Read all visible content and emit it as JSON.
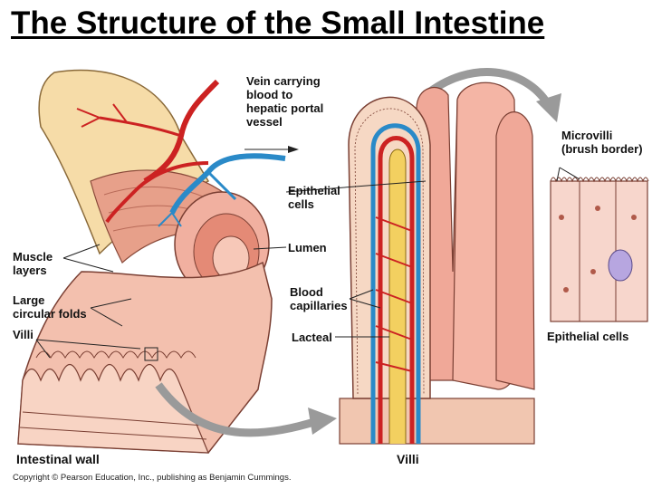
{
  "title": "The Structure of the Small Intestine",
  "labels": {
    "vein": "Vein carrying\nblood to\nhepatic portal\nvessel",
    "muscle_layers": "Muscle\nlayers",
    "circular_folds": "Large\ncircular folds",
    "villi_left": "Villi",
    "intestinal_wall": "Intestinal wall",
    "epithelial_cells": "Epithelial\ncells",
    "lumen": "Lumen",
    "blood_capillaries": "Blood\ncapillaries",
    "lacteal": "Lacteal",
    "villi_bottom": "Villi",
    "microvilli": "Microvilli\n(brush border)",
    "epithelial_cells_right": "Epithelial cells"
  },
  "copyright": "Copyright © Pearson Education, Inc., publishing as Benjamin Cummings."
}
